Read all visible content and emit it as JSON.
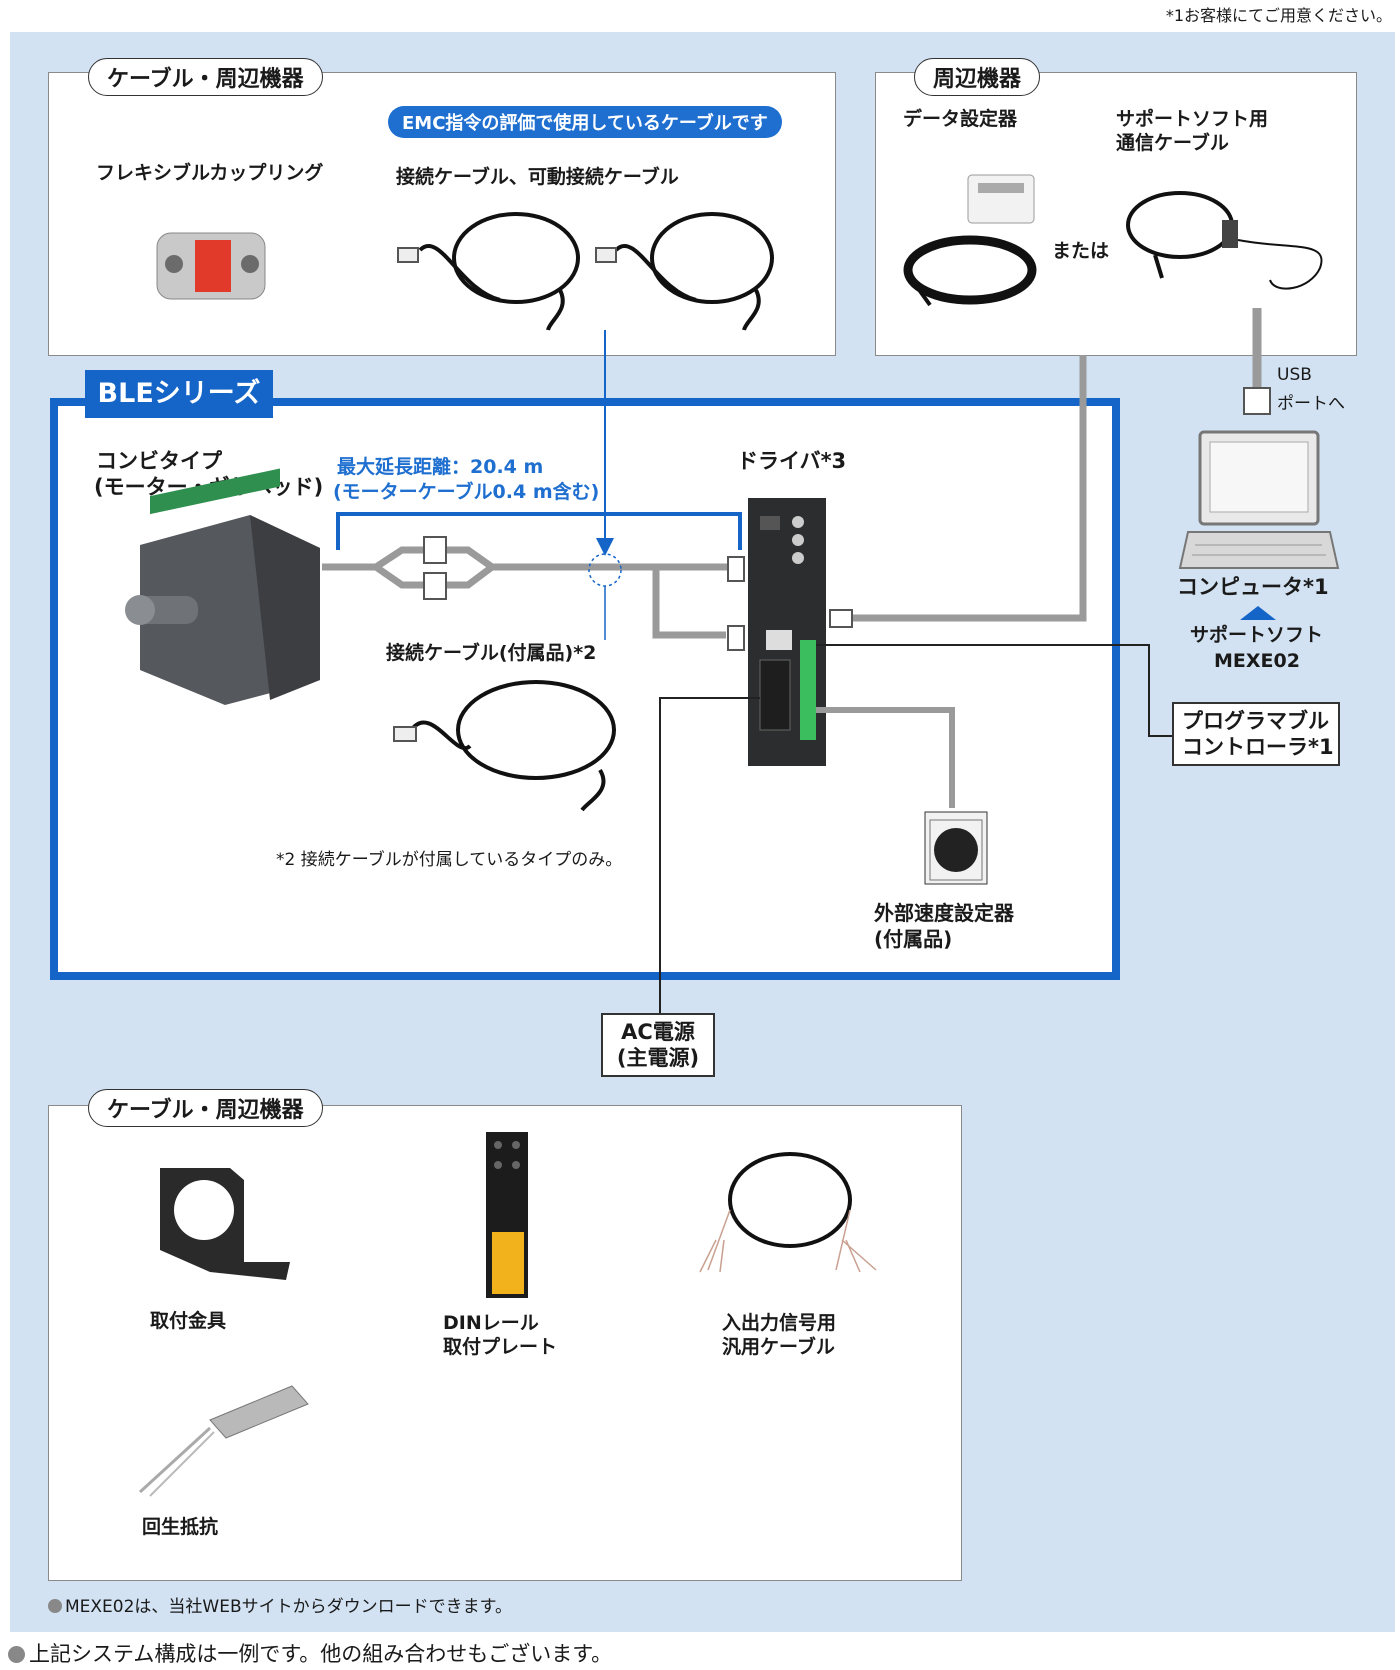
{
  "top_note": "*1お客様にてご用意ください。",
  "section_top_left": {
    "title": "ケーブル・周辺機器",
    "emc_badge": "EMC指令の評価で使用しているケーブルです",
    "coupling_label": "フレキシブルカップリング",
    "cables_label": "接続ケーブル、可動接続ケーブル"
  },
  "section_top_right": {
    "title": "周辺機器",
    "data_setter_label": "データ設定器",
    "support_cable_label_1": "サポートソフト用",
    "support_cable_label_2": "通信ケーブル",
    "or_label": "または"
  },
  "usb_label_1": "USB",
  "usb_label_2": "ポートへ",
  "ble": {
    "tab": "BLEシリーズ",
    "combi_label_1": "コンビタイプ",
    "combi_label_2": "(モーター・ギヤヘッド)",
    "max_len_1": "最大延長距離：20.4 m",
    "max_len_2": "(モーターケーブル0.4 m含む)",
    "driver_label": "ドライバ*3",
    "conn_cable_label": "接続ケーブル(付属品)*2",
    "note2": "*2 接続ケーブルが付属しているタイプのみ。",
    "speed_setter_1": "外部速度設定器",
    "speed_setter_2": "(付属品)"
  },
  "computer": {
    "label": "コンピュータ*1",
    "software_1": "サポートソフト",
    "software_2": "MEXE02"
  },
  "plc": {
    "line1": "プログラマブル",
    "line2": "コントローラ*1"
  },
  "ac_power": {
    "line1": "AC電源",
    "line2": "(主電源)"
  },
  "section_bottom": {
    "title": "ケーブル・周辺機器",
    "bracket_label": "取付金具",
    "din_label_1": "DINレール",
    "din_label_2": "取付プレート",
    "io_label_1": "入出力信号用",
    "io_label_2": "汎用ケーブル",
    "resistor_label": "回生抵抗"
  },
  "mexe_note": "MEXE02は、当社WEBサイトからダウンロードできます。",
  "footer_note": "上記システム構成は一例です。他の組み合わせもございます。",
  "colors": {
    "accent_blue": "#1565c8",
    "panel_bg": "#d2e2f2",
    "connector_gray": "#9a9a9a"
  }
}
